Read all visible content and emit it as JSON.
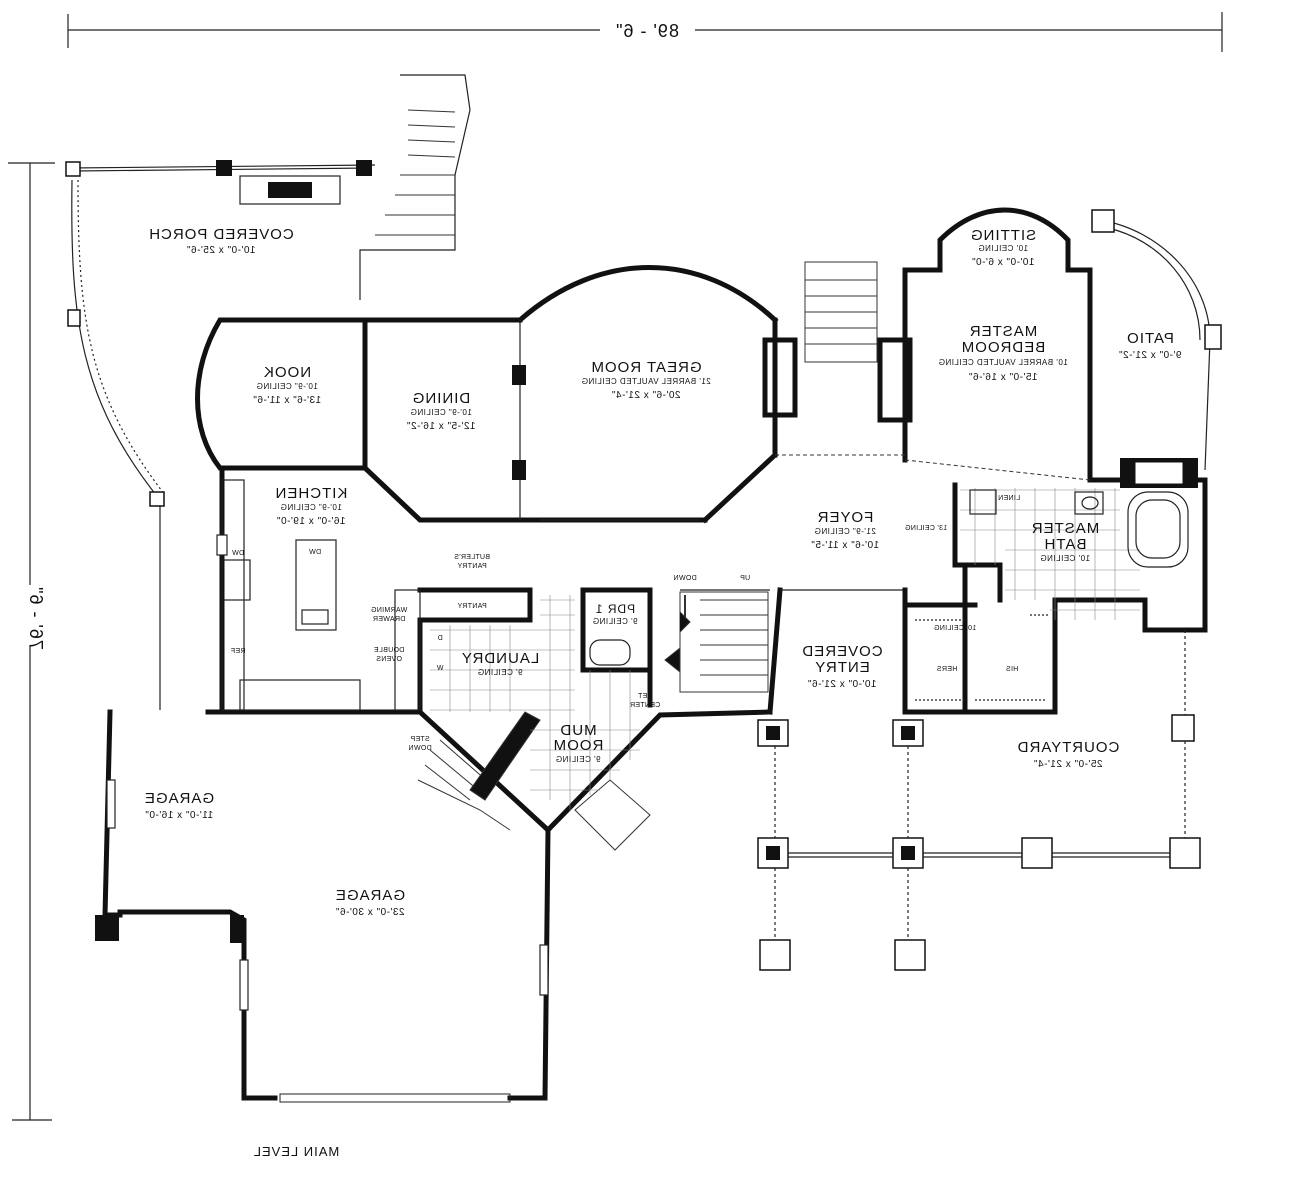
{
  "plan": {
    "width_label": "89' - 6\"",
    "depth_label": "76' - 6\"",
    "level_label": "MAIN LEVEL"
  },
  "rooms": {
    "covered_porch": {
      "name": "COVERED PORCH",
      "dims": "10'-0\" x 25'-6\""
    },
    "nook": {
      "name": "NOOK",
      "ceiling": "10'-9\" CEILING",
      "dims": "13'-6\" x 11'-6\""
    },
    "dining": {
      "name": "DINING",
      "ceiling": "10'-9\" CEILING",
      "dims": "12'-5\" x 16'-2\""
    },
    "great_room": {
      "name": "GREAT ROOM",
      "ceiling": "21' BARREL VAULTED CEILING",
      "dims": "20'-6\" x 21'-4\""
    },
    "kitchen": {
      "name": "KITCHEN",
      "ceiling": "10'-9\" CEILING",
      "dims": "16'-0\" x 19'-0\""
    },
    "foyer": {
      "name": "FOYER",
      "ceiling": "21'-9\" CEILING",
      "dims": "10'-6\" x 11'-5\""
    },
    "sitting": {
      "name": "SITTING",
      "ceiling": "10' CEILING",
      "dims": "10'-0\" x 6'-0\""
    },
    "master_bedroom": {
      "name1": "MASTER",
      "name2": "BEDROOM",
      "ceiling": "10' BARREL VAULTED CEILING",
      "dims": "15'-0\" x 16'-6\""
    },
    "patio": {
      "name": "PATIO",
      "dims": "9'-0\" x 21'-2\""
    },
    "master_bath": {
      "name1": "MASTER",
      "name2": "BATH",
      "ceiling": "10' CEILING"
    },
    "laundry": {
      "name": "LAUNDRY",
      "ceiling": "9' CEILING"
    },
    "pdr": {
      "name": "PDR 1",
      "ceiling": "9' CEILING"
    },
    "mud_room": {
      "name1": "MUD",
      "name2": "ROOM",
      "ceiling": "9' CEILING"
    },
    "covered_entry": {
      "name1": "COVERED",
      "name2": "ENTRY",
      "dims": "10'-0\" x 21'-6\""
    },
    "courtyard": {
      "name": "COURTYARD",
      "dims": "25'-0\" x 21'-4\""
    },
    "garage_small": {
      "name": "GARAGE",
      "dims": "11'-0\" x 16'-0\""
    },
    "garage_large": {
      "name": "GARAGE",
      "dims": "23'-0\" x 30'-6\""
    }
  },
  "labels": {
    "butlers_pantry_1": "BUTLER'S",
    "butlers_pantry_2": "PANTRY",
    "pantry": "PANTRY",
    "warming_drawer_1": "WARMING",
    "warming_drawer_2": "DRAWER",
    "double_ovens_1": "DOUBLE",
    "double_ovens_2": "OVENS",
    "dw_left": "DW",
    "dw_island": "DW",
    "ref": "REF",
    "down": "DOWN",
    "up": "UP",
    "step_down_1": "STEP",
    "step_down_2": "DOWN",
    "pet_center_1": "PET",
    "pet_center_2": "CENTER",
    "washer": "W",
    "dryer": "D",
    "his": "HIS",
    "hers": "HERS",
    "closet_ceiling": "10' CEILING",
    "hall_ceiling": "13' CEILING",
    "linen": "LINEN"
  }
}
